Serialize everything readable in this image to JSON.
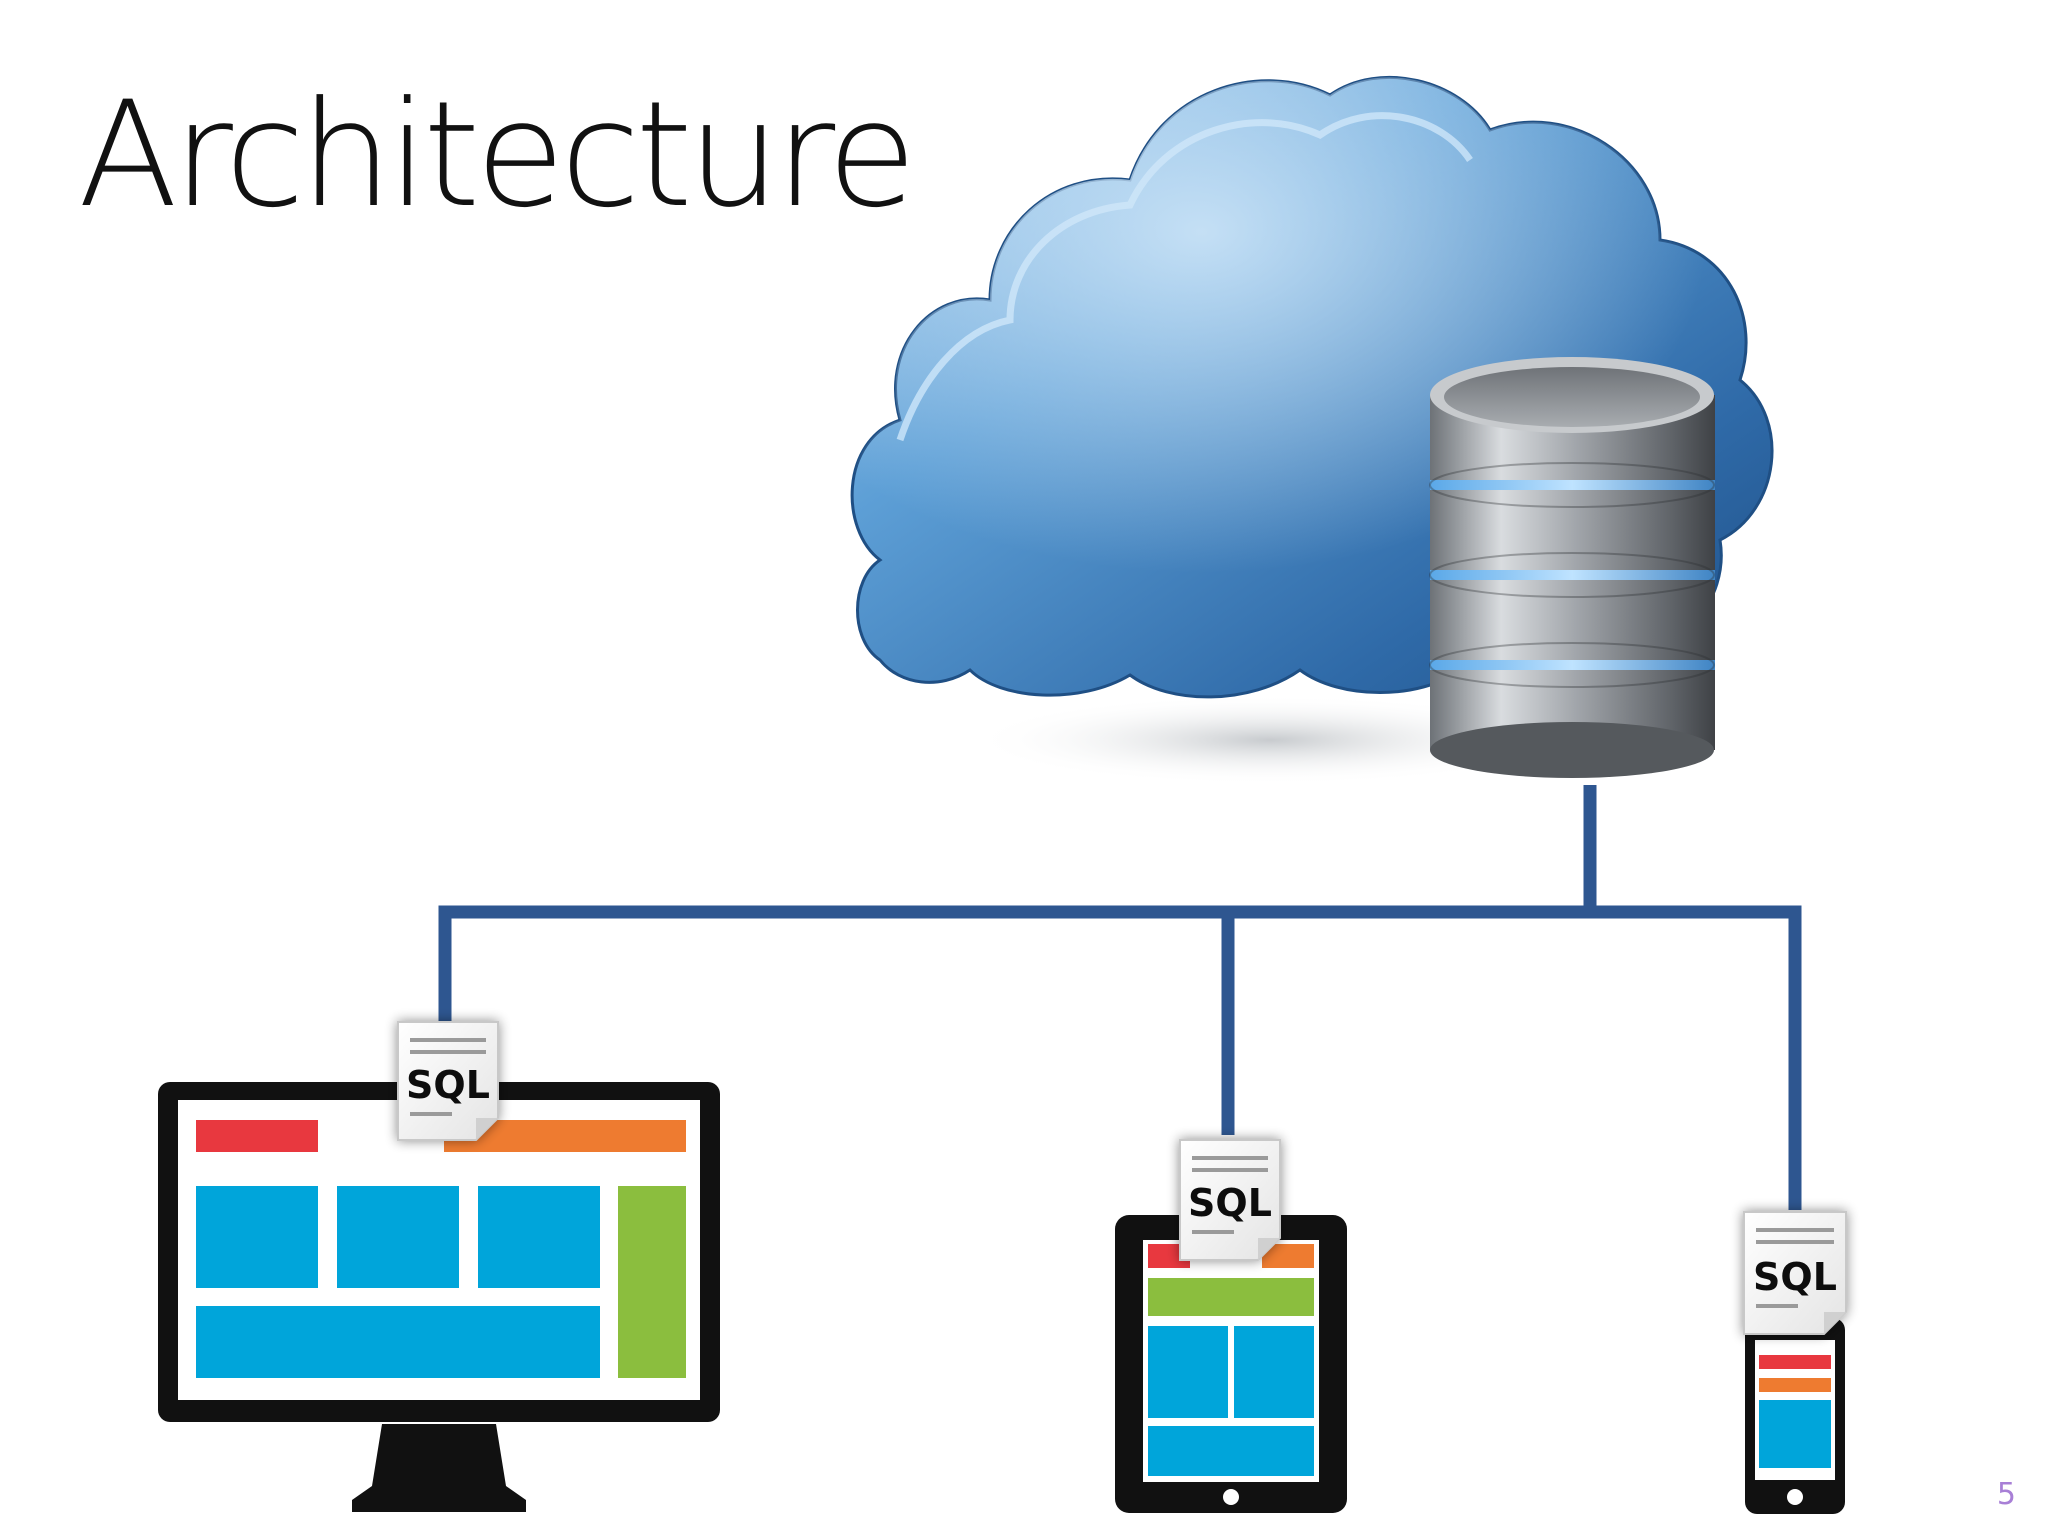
{
  "slide": {
    "title": "Architecture",
    "page_number": "5"
  },
  "diagram": {
    "server": {
      "icon": "cloud-database-icon"
    },
    "clients": [
      {
        "device": "desktop-monitor-icon",
        "document_label": "SQL"
      },
      {
        "device": "tablet-icon",
        "document_label": "SQL"
      },
      {
        "device": "smartphone-icon",
        "document_label": "SQL"
      }
    ],
    "colors": {
      "connector": "#2e5690",
      "cloud": "#3a78b8",
      "database": "#8a8e93",
      "tile_blue": "#00a5da",
      "tile_green": "#8bbe3e",
      "tile_red": "#e8383f",
      "tile_orange": "#ee7b30",
      "device_frame": "#111111",
      "page_number": "#a87fd6"
    }
  }
}
